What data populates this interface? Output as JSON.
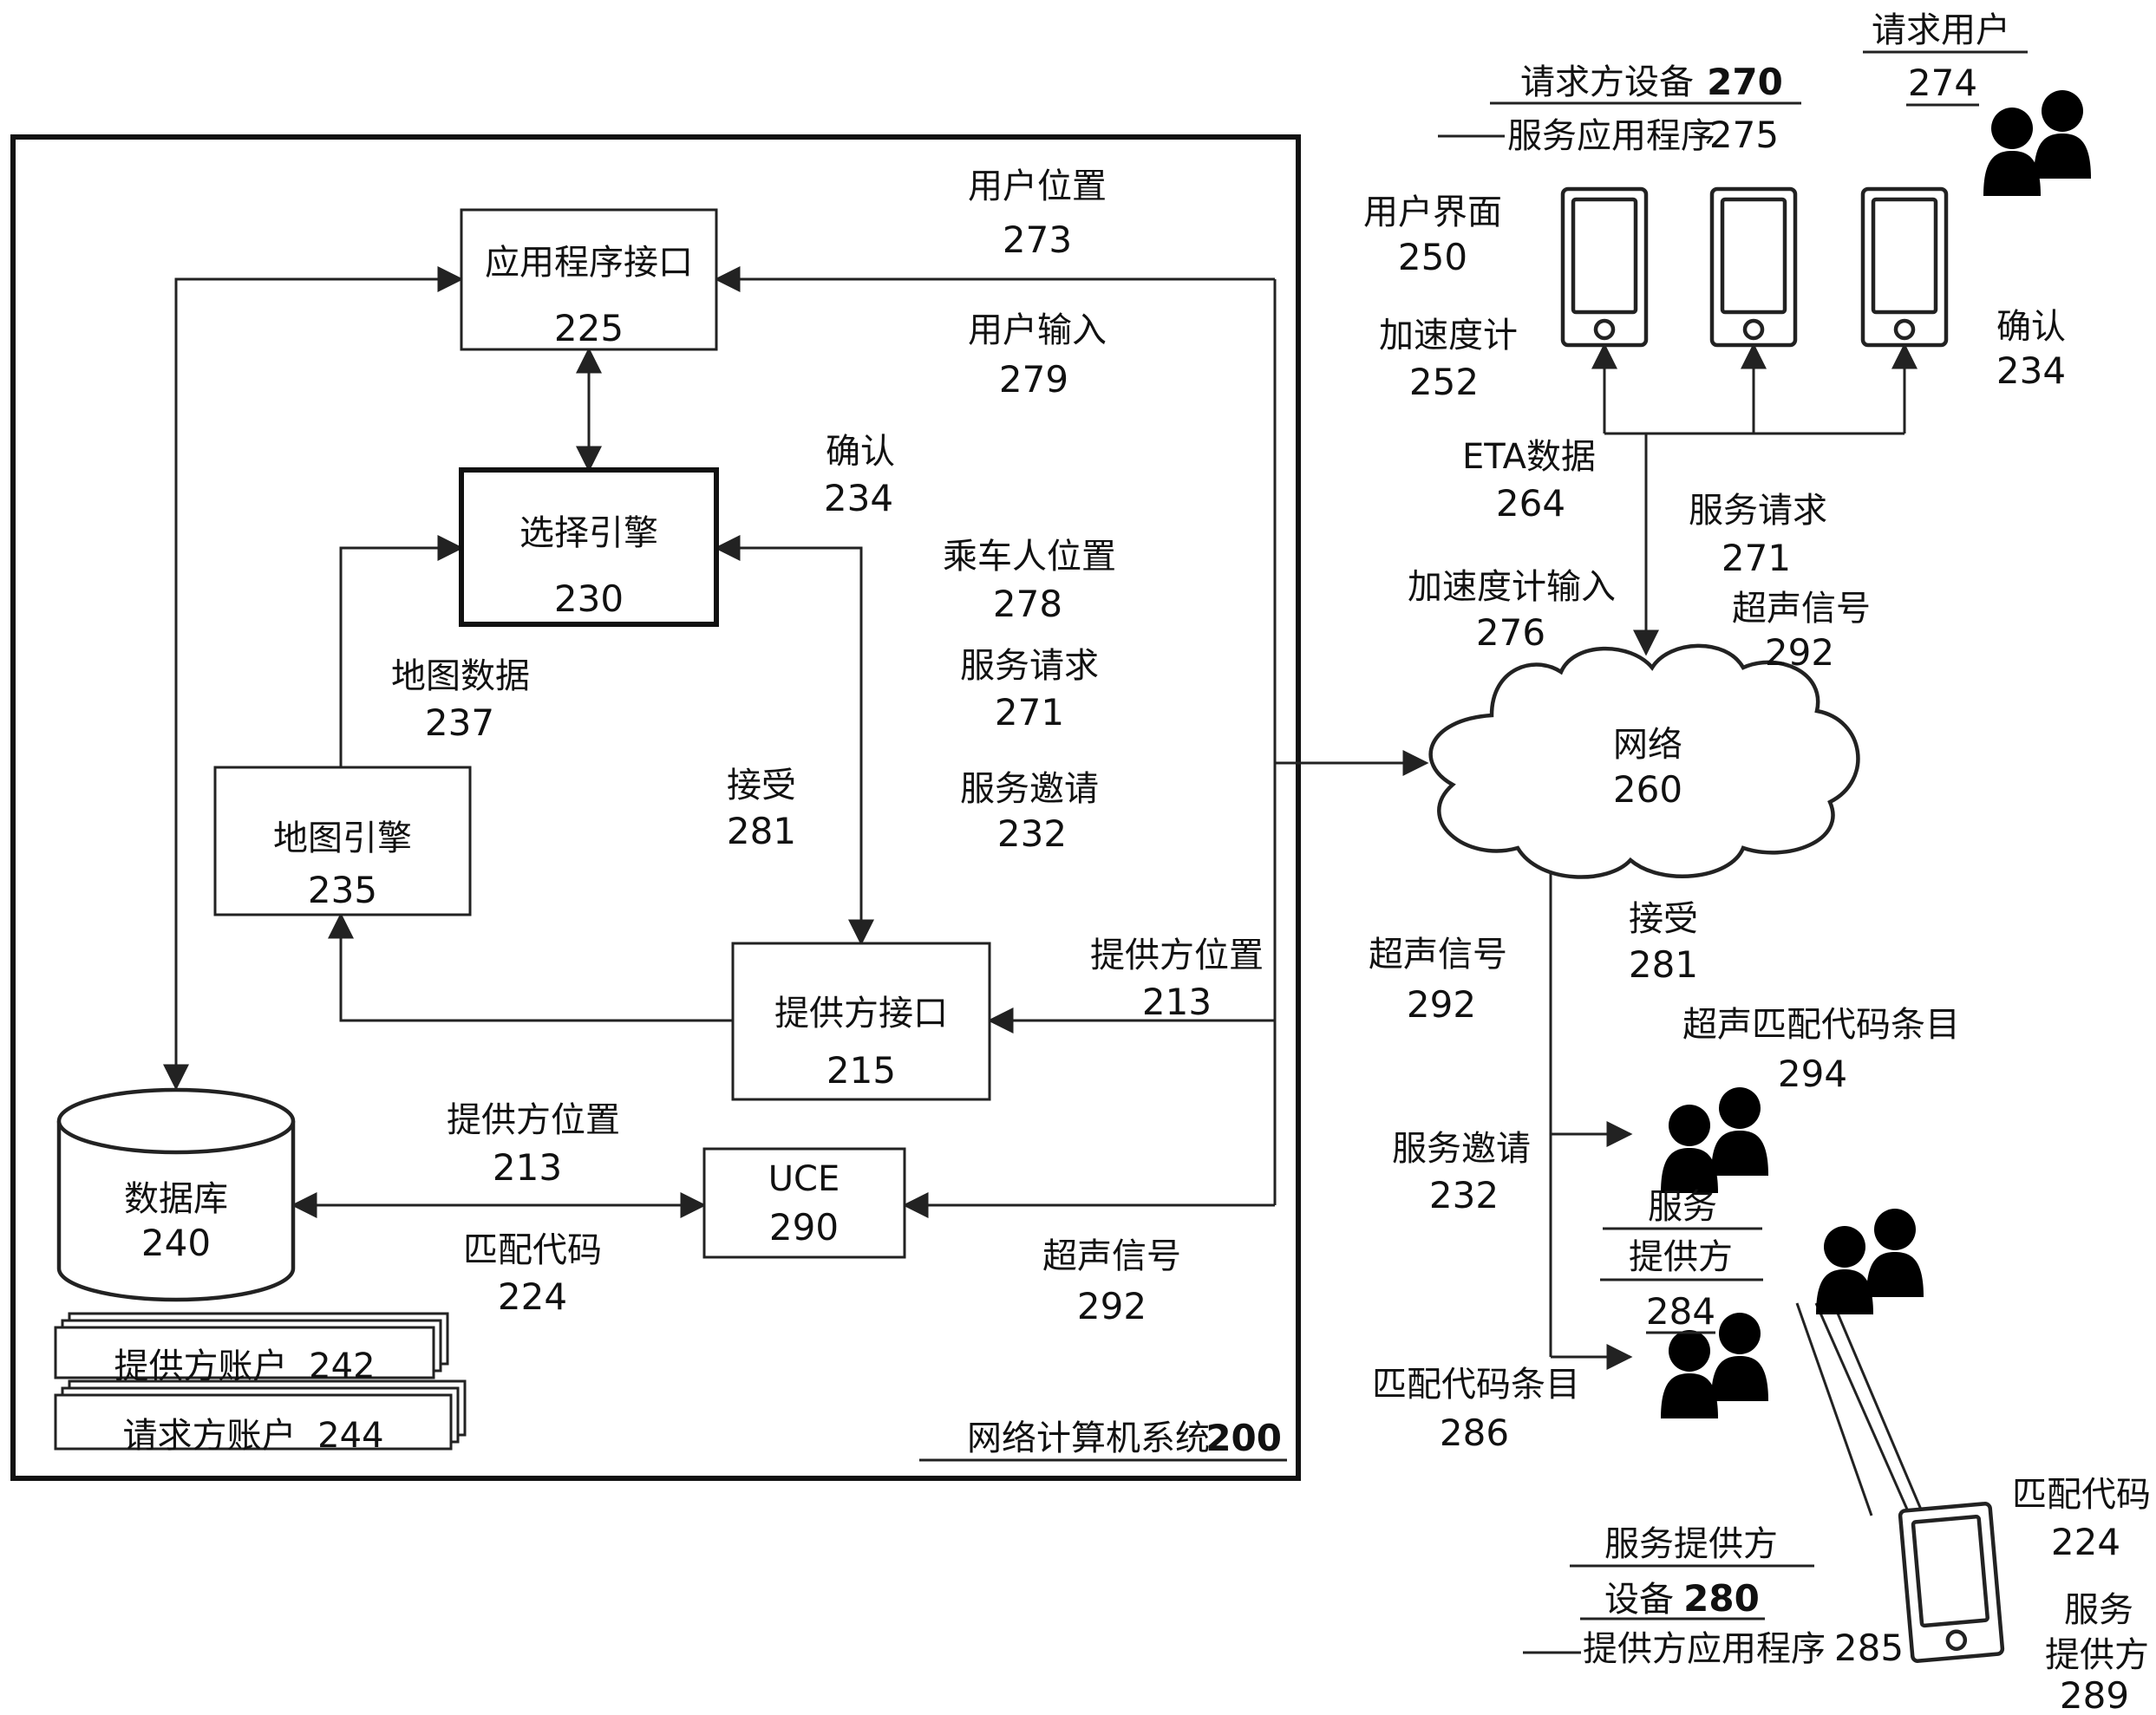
{
  "system": {
    "label": "网络计算机系统",
    "num": "200"
  },
  "nodes": {
    "app_interface": {
      "label": "应用程序接口",
      "num": "225"
    },
    "selection_engine": {
      "label": "选择引擎",
      "num": "230"
    },
    "map_engine": {
      "label": "地图引擎",
      "num": "235"
    },
    "provider_interface": {
      "label": "提供方接口",
      "num": "215"
    },
    "uce": {
      "label": "UCE",
      "num": "290"
    },
    "database": {
      "label": "数据库",
      "num": "240"
    },
    "network": {
      "label": "网络",
      "num": "260"
    }
  },
  "accounts": {
    "provider": {
      "label": "提供方账户",
      "num": "242"
    },
    "requester": {
      "label": "请求方账户",
      "num": "244"
    }
  },
  "labels": {
    "user_location": {
      "label": "用户位置",
      "num": "273"
    },
    "user_input": {
      "label": "用户输入",
      "num": "279"
    },
    "confirm_inner": {
      "label": "确认",
      "num": "234"
    },
    "rider_location": {
      "label": "乘车人位置",
      "num": "278"
    },
    "service_request_inner": {
      "label": "服务请求",
      "num": "271"
    },
    "service_invite_inner": {
      "label": "服务邀请",
      "num": "232"
    },
    "accept_inner": {
      "label": "接受",
      "num": "281"
    },
    "map_data": {
      "label": "地图数据",
      "num": "237"
    },
    "provider_location_right": {
      "label": "提供方位置",
      "num": "213"
    },
    "provider_location_db": {
      "label": "提供方位置",
      "num": "213"
    },
    "match_code_inner": {
      "label": "匹配代码",
      "num": "224"
    },
    "ultrasonic_inner": {
      "label": "超声信号",
      "num": "292"
    },
    "user_interface": {
      "label": "用户界面",
      "num": "250"
    },
    "accelerometer": {
      "label": "加速度计",
      "num": "252"
    },
    "confirm_right": {
      "label": "确认",
      "num": "234"
    },
    "eta_data": {
      "label": "ETA数据",
      "num": "264"
    },
    "service_request_right": {
      "label": "服务请求",
      "num": "271"
    },
    "accelerometer_input": {
      "label": "加速度计输入",
      "num": "276"
    },
    "ultrasonic_top": {
      "label": "超声信号",
      "num": "292"
    },
    "ultrasonic_left": {
      "label": "超声信号",
      "num": "292"
    },
    "accept_right": {
      "label": "接受",
      "num": "281"
    },
    "ultrasonic_match_entry": {
      "label": "超声匹配代码条目",
      "num": "294"
    },
    "service_invite_right": {
      "label": "服务邀请",
      "num": "232"
    },
    "match_code_entry": {
      "label": "匹配代码条目",
      "num": "286"
    },
    "match_code_device": {
      "label": "匹配代码",
      "num": "224"
    },
    "provider_289": {
      "line1": "服务",
      "line2": "提供方",
      "num": "289"
    },
    "provider_284": {
      "line1": "服务",
      "line2": "提供方",
      "num": "284"
    }
  },
  "requester": {
    "user_label": "请求用户",
    "user_num": "274",
    "device_label": "请求方设备",
    "device_num": "270",
    "app_label": "服务应用程序",
    "app_num": "275"
  },
  "provider_device": {
    "line1": "服务提供方",
    "line2": "设备",
    "num": "280",
    "app_label": "提供方应用程序",
    "app_num": "285"
  },
  "icons": [
    "phone-icon",
    "people-icon",
    "cloud-icon",
    "database-icon",
    "arrowhead"
  ]
}
